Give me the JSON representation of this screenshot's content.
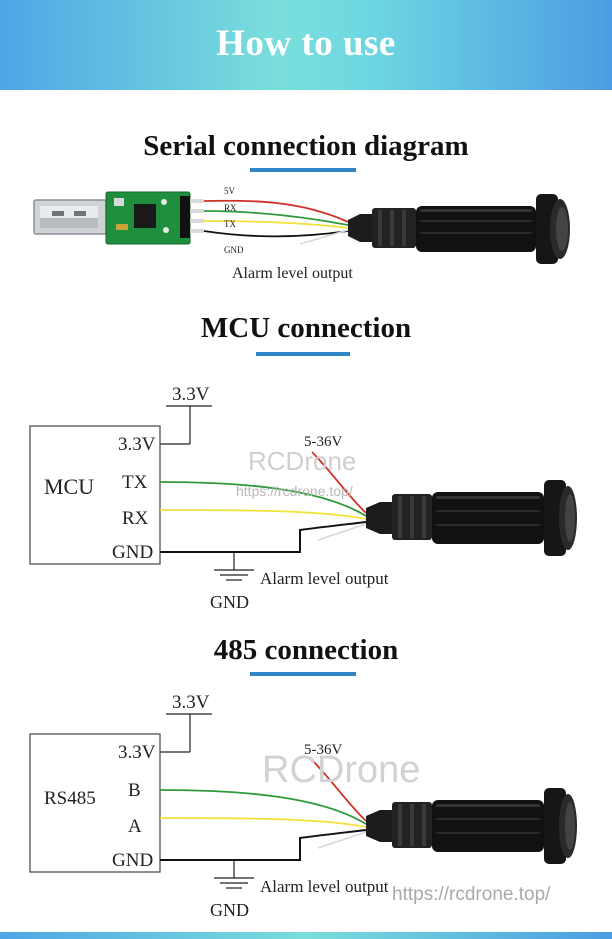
{
  "header": {
    "title": "How to use"
  },
  "serial": {
    "title": "Serial connection diagram",
    "pins": {
      "v5": "5V",
      "rx": "RX",
      "tx": "TX",
      "gnd": "GND"
    },
    "alarm": "Alarm level output"
  },
  "mcu": {
    "title": "MCU connection",
    "supply": "3.3V",
    "box_label": "MCU",
    "pin_v": "3.3V",
    "pin_tx": "TX",
    "pin_rx": "RX",
    "pin_gnd": "GND",
    "sensor_voltage": "5-36V",
    "alarm": "Alarm level output",
    "ground": "GND",
    "watermark": "RCDrone",
    "watermark_url": "https://rcdrone.top/"
  },
  "rs485": {
    "title": "485 connection",
    "supply": "3.3V",
    "box_label": "RS485",
    "pin_v": "3.3V",
    "pin_b": "B",
    "pin_a": "A",
    "pin_gnd": "GND",
    "sensor_voltage": "5-36V",
    "alarm": "Alarm level output",
    "ground": "GND",
    "watermark": "RCDrone",
    "watermark_url": "https://rcdrone.top/"
  },
  "colors": {
    "accent": "#2f86c8",
    "red": "#d0302a",
    "green": "#2f9a3a",
    "yellow": "#f2e23a",
    "black": "#111111",
    "white_wire": "#d8d8d8"
  }
}
